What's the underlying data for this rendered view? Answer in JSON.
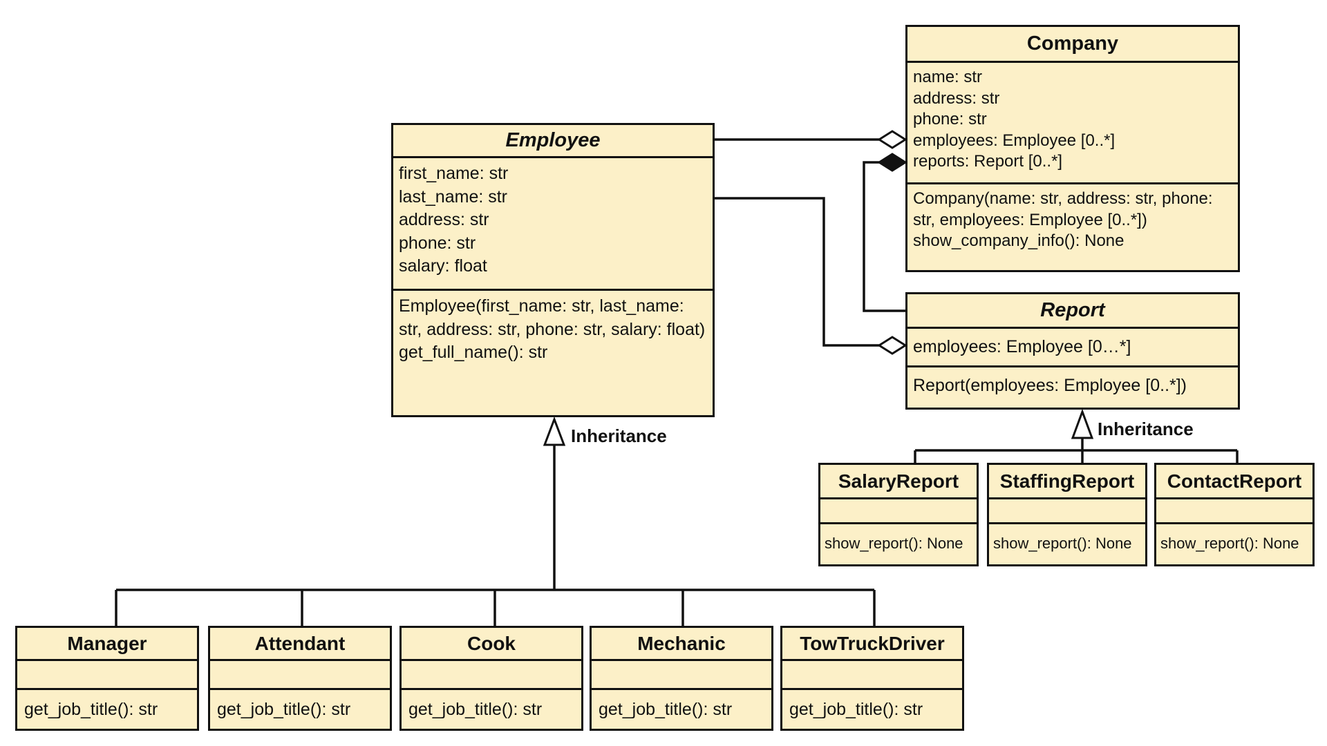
{
  "classes": {
    "employee": {
      "name": "Employee",
      "attributes": [
        "first_name: str",
        "last_name: str",
        "address: str",
        "phone: str",
        "salary: float"
      ],
      "operations": [
        "Employee(first_name: str, last_name: str, address: str, phone: str, salary: float)",
        "get_full_name(): str"
      ]
    },
    "company": {
      "name": "Company",
      "attributes": [
        "name: str",
        "address: str",
        "phone: str",
        "employees: Employee [0..*]",
        "reports: Report [0..*]"
      ],
      "operations": [
        "Company(name: str, address: str, phone: str, employees: Employee [0..*])",
        "show_company_info(): None"
      ]
    },
    "report": {
      "name": "Report",
      "attributes": [
        "employees: Employee [0…*]"
      ],
      "operations": [
        "Report(employees: Employee [0..*])"
      ]
    },
    "salary_report": {
      "name": "SalaryReport",
      "operations": [
        "show_report(): None"
      ]
    },
    "staffing_report": {
      "name": "StaffingReport",
      "operations": [
        "show_report(): None"
      ]
    },
    "contact_report": {
      "name": "ContactReport",
      "operations": [
        "show_report(): None"
      ]
    },
    "manager": {
      "name": "Manager",
      "operations": [
        "get_job_title(): str"
      ]
    },
    "attendant": {
      "name": "Attendant",
      "operations": [
        "get_job_title(): str"
      ]
    },
    "cook": {
      "name": "Cook",
      "operations": [
        "get_job_title(): str"
      ]
    },
    "mechanic": {
      "name": "Mechanic",
      "operations": [
        "get_job_title(): str"
      ]
    },
    "tow_truck_driver": {
      "name": "TowTruckDriver",
      "operations": [
        "get_job_title(): str"
      ]
    }
  },
  "labels": {
    "employee_inheritance": "Inheritance",
    "report_inheritance": "Inheritance"
  },
  "colors": {
    "class_fill": "#fcf0c8",
    "stroke": "#111111"
  }
}
